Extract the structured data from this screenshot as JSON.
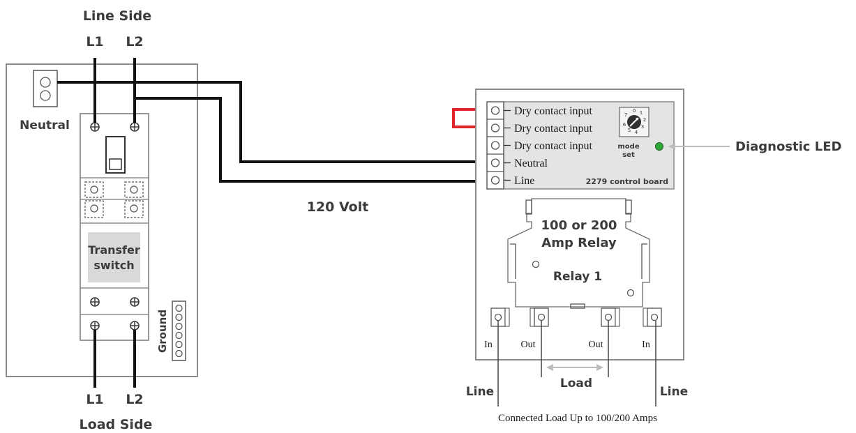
{
  "labels": {
    "line_side": "Line Side",
    "line_L1": "L1",
    "line_L2": "L2",
    "neutral": "Neutral",
    "transfer_switch_line1": "Transfer",
    "transfer_switch_line2": "switch",
    "ground": "Ground",
    "load_L1": "L1",
    "load_L2": "L2",
    "load_side": "Load Side",
    "volt": "120 Volt",
    "diagnostic_led": "Diagnostic LED",
    "relay_title_line1": "100 or 200",
    "relay_title_line2": "Amp Relay",
    "relay_name": "Relay 1",
    "load": "Load",
    "line_left": "Line",
    "line_right": "Line",
    "footnote": "Connected Load Up to 100/200 Amps",
    "mode_set_line1": "mode",
    "mode_set_line2": "set",
    "board_name": "2279 control board"
  },
  "terminals": [
    {
      "label": "Dry contact input"
    },
    {
      "label": "Dry contact input"
    },
    {
      "label": "Dry contact input"
    },
    {
      "label": "Neutral"
    },
    {
      "label": "Line"
    }
  ],
  "relay_terminals": [
    {
      "label": "In"
    },
    {
      "label": "Out"
    },
    {
      "label": "Out"
    },
    {
      "label": "In"
    }
  ],
  "dial_digits": [
    "0",
    "1",
    "2",
    "3",
    "4",
    "5",
    "6",
    "7"
  ],
  "colors": {
    "wire": "#111111",
    "jumper": "#e0262b",
    "led": "#2fa83a",
    "panel": "#e4e4e4",
    "transfer_label_bg": "#d9d9d9"
  }
}
